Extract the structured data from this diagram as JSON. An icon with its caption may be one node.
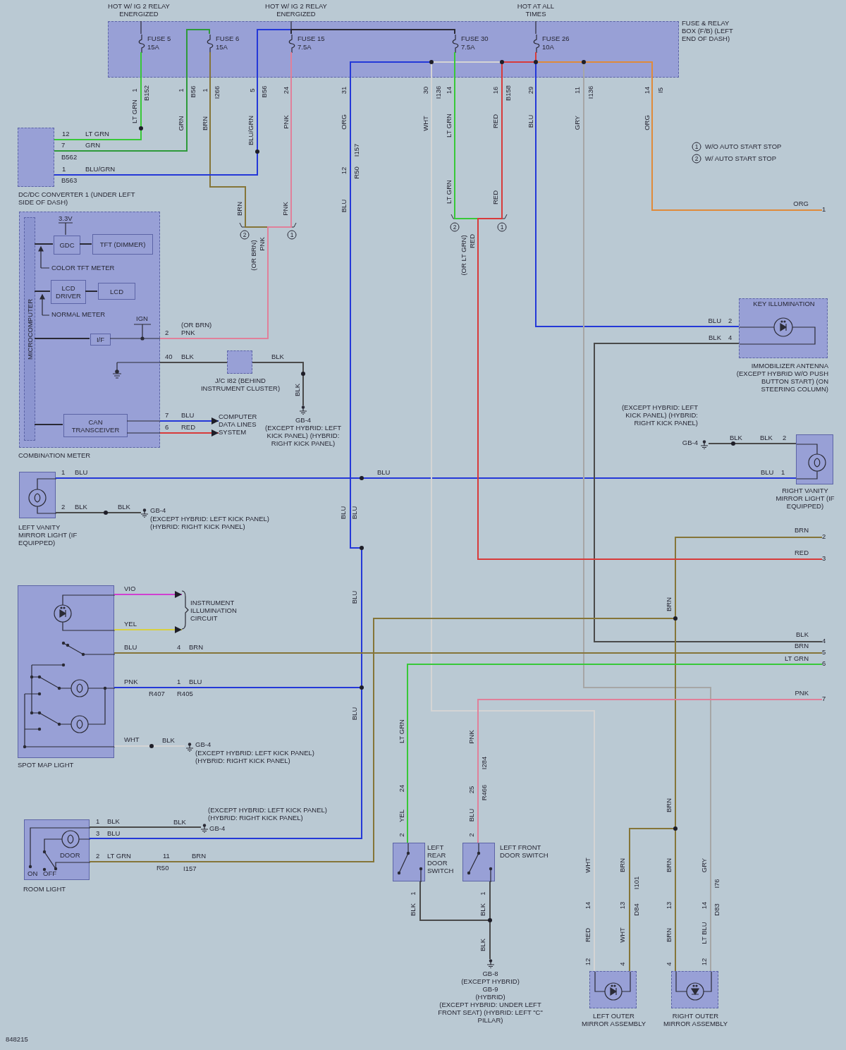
{
  "diagram": {
    "nodes": [
      {
        "text": [
          "FUSE & RELAY BOX (F/B) (LEFT END OF DASH)"
        ]
      },
      {
        "text": [
          "FUSE 5",
          "15A"
        ],
        "in": 0
      },
      {
        "text": [
          "FUSE 6",
          "15A"
        ],
        "in": 0
      },
      {
        "text": [
          "FUSE 15",
          "7.5A"
        ],
        "in": 0
      },
      {
        "text": [
          "FUSE 30",
          "7.5A"
        ],
        "in": 0
      },
      {
        "text": [
          "FUSE 26",
          "10A"
        ],
        "in": 0
      },
      {
        "text": [
          "DC/DC CONVERTER 1 (UNDER LEFT SIDE OF DASH)"
        ]
      },
      {
        "text": [
          "COMBINATION METER"
        ]
      },
      {
        "text": [
          "MICROCOMPUTER"
        ],
        "in": 7
      },
      {
        "text": [
          "GDC"
        ],
        "in": 7
      },
      {
        "text": [
          "TFT (DIMMER)"
        ],
        "in": 7
      },
      {
        "text": [
          "LCD DRIVER"
        ],
        "in": 7
      },
      {
        "text": [
          "LCD"
        ],
        "in": 7
      },
      {
        "text": [
          "I/F"
        ],
        "in": 7
      },
      {
        "text": [
          "CAN TRANSCEIVER"
        ],
        "in": 7
      },
      {
        "text": [
          "J/C I82 (BEHIND INSTRUMENT CLUSTER)"
        ]
      },
      {
        "text": [
          "GB-4",
          "(EXCEPT HYBRID: LEFT KICK PANEL) (HYBRID: RIGHT KICK PANEL)"
        ]
      },
      {
        "text": [
          "COMPUTER DATA LINES SYSTEM"
        ]
      },
      {
        "text": [
          "KEY ILLUMINATION",
          "IMMOBILIZER ANTENNA (EXCEPT HYBRID W/O PUSH BUTTON START) (ON STEERING COLUMN)"
        ]
      },
      {
        "text": [
          "(EXCEPT HYBRID: LEFT KICK PANEL) (HYBRID: RIGHT KICK PANEL)",
          "GB-4"
        ]
      },
      {
        "text": [
          "RIGHT VANITY MIRROR LIGHT (IF EQUIPPED)"
        ]
      },
      {
        "text": [
          "LEFT VANITY MIRROR LIGHT (IF EQUIPPED)"
        ]
      },
      {
        "text": [
          "GB-4",
          "(EXCEPT HYBRID: LEFT KICK PANEL) (HYBRID: RIGHT KICK PANEL)"
        ]
      },
      {
        "text": [
          "SPOT MAP LIGHT"
        ]
      },
      {
        "text": [
          "INSTRUMENT ILLUMINATION CIRCUIT"
        ]
      },
      {
        "text": [
          "GB-4",
          "(EXCEPT HYBRID: LEFT KICK PANEL) (HYBRID: RIGHT KICK PANEL)"
        ]
      },
      {
        "text": [
          "DOOR",
          "ON",
          "OFF",
          "ROOM LIGHT"
        ]
      },
      {
        "text": [
          "(EXCEPT HYBRID: LEFT KICK PANEL) (HYBRID: RIGHT KICK PANEL)",
          "GB-4"
        ]
      },
      {
        "text": [
          "LEFT REAR DOOR SWITCH"
        ]
      },
      {
        "text": [
          "LEFT FRONT DOOR SWITCH"
        ]
      },
      {
        "text": [
          "GB-8",
          "(EXCEPT HYBRID)",
          "GB-9",
          "(HYBRID)",
          "(EXCEPT HYBRID: UNDER LEFT FRONT SEAT) (HYBRID: LEFT \"C\" PILLAR)"
        ]
      },
      {
        "text": [
          "LEFT OUTER MIRROR ASSEMBLY"
        ]
      },
      {
        "text": [
          "RIGHT OUTER MIRROR ASSEMBLY"
        ]
      },
      {
        "text": [
          "1"
        ]
      },
      {
        "text": [
          "2"
        ]
      },
      {
        "text": [
          "3"
        ]
      },
      {
        "text": [
          "4"
        ]
      },
      {
        "text": [
          "5"
        ]
      },
      {
        "text": [
          "6"
        ]
      },
      {
        "text": [
          "7"
        ]
      }
    ],
    "edges": [
      {
        "from": 1,
        "to": 6,
        "arrow": "none",
        "color": "#38c838"
      },
      {
        "from": 2,
        "to": 6,
        "arrow": "none",
        "color": "#2e9a3a"
      },
      {
        "from": 2,
        "to": 7,
        "arrow": "none",
        "color": "#857538"
      },
      {
        "from": 3,
        "to": 7,
        "arrow": "none",
        "color": "#e0809a"
      },
      {
        "from": 3,
        "to": 6,
        "arrow": "none",
        "color": "#2438d8"
      },
      {
        "from": 5,
        "to": 21,
        "arrow": "none",
        "color": "#2438d8"
      },
      {
        "from": 5,
        "to": 20,
        "arrow": "none",
        "color": "#2438d8"
      },
      {
        "from": 5,
        "to": 23,
        "arrow": "none",
        "color": "#2438d8"
      },
      {
        "from": 5,
        "to": 26,
        "arrow": "none",
        "color": "#2438d8"
      },
      {
        "from": 5,
        "to": 31,
        "arrow": "none",
        "color": "#d4d4d4"
      },
      {
        "from": 5,
        "to": 35,
        "arrow": "none",
        "color": "#d83a3a"
      },
      {
        "from": 4,
        "to": 35,
        "arrow": "none",
        "color": "#38c838"
      },
      {
        "from": 5,
        "to": 18,
        "arrow": "none",
        "color": "#2438d8"
      },
      {
        "from": 5,
        "to": 32,
        "arrow": "none",
        "color": "#a6a6a6"
      },
      {
        "from": 5,
        "to": 33,
        "arrow": "none",
        "color": "#e08a3a"
      },
      {
        "from": 18,
        "to": 36,
        "arrow": "none",
        "color": "#4a4a4a"
      },
      {
        "from": 20,
        "to": 19,
        "arrow": "none",
        "color": "#4a4a4a"
      },
      {
        "from": 21,
        "to": 22,
        "arrow": "none",
        "color": "#4a4a4a"
      },
      {
        "from": 7,
        "to": 15,
        "arrow": "none",
        "color": "#4a4a4a"
      },
      {
        "from": 15,
        "to": 16,
        "arrow": "none",
        "color": "#4a4a4a"
      },
      {
        "from": 7,
        "to": 17,
        "arrow": "to",
        "color": "#2438d8"
      },
      {
        "from": 7,
        "to": 17,
        "arrow": "to",
        "color": "#d83a3a"
      },
      {
        "from": 23,
        "to": 24,
        "arrow": "to",
        "color": "#d040d0"
      },
      {
        "from": 23,
        "to": 24,
        "arrow": "to",
        "color": "#d8d040"
      },
      {
        "from": 23,
        "to": 37,
        "arrow": "none",
        "color": "#857538"
      },
      {
        "from": 23,
        "to": 25,
        "arrow": "none",
        "color": "#d4d4d4"
      },
      {
        "from": 26,
        "to": 27,
        "arrow": "none",
        "color": "#4a4a4a"
      },
      {
        "from": 26,
        "to": 34,
        "arrow": "none",
        "color": "#857538"
      },
      {
        "from": 34,
        "to": 31,
        "arrow": "none",
        "color": "#857538"
      },
      {
        "from": 34,
        "to": 32,
        "arrow": "none",
        "color": "#857538"
      },
      {
        "from": 28,
        "to": 38,
        "arrow": "none",
        "color": "#38c838"
      },
      {
        "from": 29,
        "to": 39,
        "arrow": "none",
        "color": "#e0809a"
      },
      {
        "from": 28,
        "to": 30,
        "arrow": "none",
        "color": "#4a4a4a"
      },
      {
        "from": 29,
        "to": 30,
        "arrow": "none",
        "color": "#4a4a4a"
      },
      {
        "from": 3,
        "to": 4,
        "arrow": "none",
        "color": "#2a2a35"
      },
      {
        "from": 8,
        "to": 9,
        "arrow": "none",
        "color": "#2a2a35"
      },
      {
        "from": 9,
        "to": 10,
        "arrow": "none",
        "color": "#2a2a35"
      },
      {
        "from": 8,
        "to": 11,
        "arrow": "none",
        "color": "#2a2a35"
      },
      {
        "from": 11,
        "to": 12,
        "arrow": "none",
        "color": "#2a2a35"
      },
      {
        "from": 8,
        "to": 13,
        "arrow": "none",
        "color": "#2a2a35"
      },
      {
        "from": 8,
        "to": 14,
        "arrow": "none",
        "color": "#2a2a35"
      }
    ],
    "labels": [
      "HOT W/ IG 2 RELAY ENERGIZED",
      "HOT W/ IG 2 RELAY ENERGIZED",
      "HOT AT ALL TIMES",
      "1",
      "B152",
      "LT GRN",
      "1",
      "B56",
      "GRN",
      "1",
      "I266",
      "BRN",
      "5",
      "B56",
      "BLU/GRN",
      "24",
      "PNK",
      "31",
      "ORG",
      "I157",
      "12",
      "R50",
      "BLU",
      "30",
      "I136",
      "WHT",
      "14",
      "LT GRN",
      "LT GRN",
      "16",
      "B158",
      "RED",
      "RED",
      "29",
      "BLU",
      "11",
      "I136",
      "GRY",
      "14",
      "I5",
      "ORG",
      "1",
      "W/O AUTO START STOP",
      "2",
      "W/ AUTO START STOP",
      "12",
      "LT GRN",
      "7",
      "GRN",
      "B562",
      "1",
      "BLU/GRN",
      "B563",
      "BRN",
      "PNK",
      "ORG",
      "2",
      "1",
      "(OR BRN)",
      "PNK",
      "2",
      "1",
      "(OR LT GRN)",
      "RED",
      "3.3V",
      "COLOR TFT METER",
      "NORMAL METER",
      "IGN",
      "2",
      "(OR BRN)",
      "PNK",
      "40",
      "BLK",
      "BLK",
      "BLK",
      "7",
      "BLU",
      "6",
      "RED",
      "BLU",
      "2",
      "BLK",
      "4",
      "BLK",
      "BLK",
      "2",
      "1",
      "BLU",
      "BLU",
      "BLU",
      "1",
      "2",
      "BLK",
      "BLK",
      "BLU",
      "BLU",
      "BRN",
      "RED",
      "BLU",
      "BRN",
      "VIO",
      "YEL",
      "BLU",
      "4",
      "BRN",
      "BLK",
      "BRN",
      "LT GRN",
      "PNK",
      "1",
      "BLU",
      "R407",
      "R405",
      "PNK",
      "BLU",
      "LT GRN",
      "PNK",
      "I284",
      "WHT",
      "BLK",
      "24",
      "25",
      "R466",
      "YEL",
      "BLU",
      "BRN",
      "1",
      "BLK",
      "BLK",
      "2",
      "2",
      "3",
      "BLU",
      "2",
      "LT GRN",
      "11",
      "BRN",
      "R50",
      "I157",
      "WHT",
      "BRN",
      "I101",
      "BRN",
      "GRY",
      "I76",
      "1",
      "1",
      "BLK",
      "BLK",
      "14",
      "13",
      "D84",
      "13",
      "14",
      "D83",
      "BLK",
      "RED",
      "WHT",
      "BRN",
      "LT BLU",
      "12",
      "4",
      "4",
      "12",
      "848215"
    ]
  }
}
